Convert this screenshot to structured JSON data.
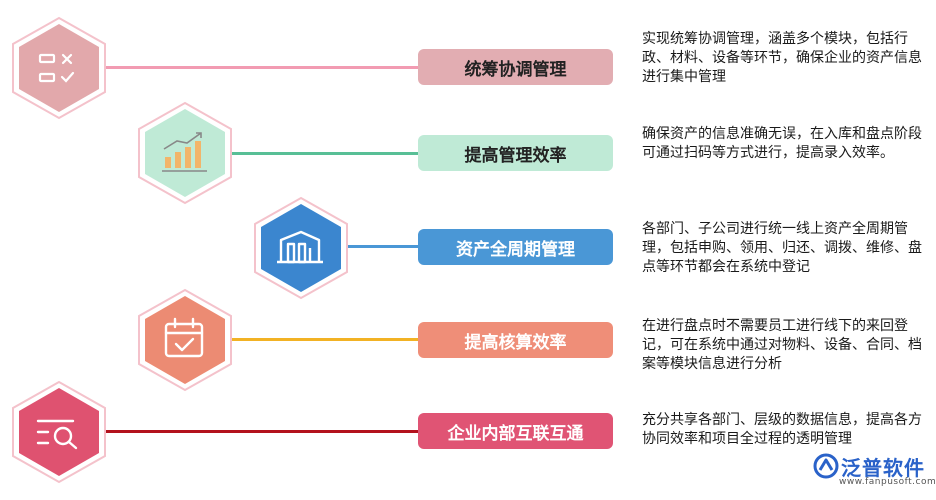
{
  "rows": [
    {
      "label": "统筹协调管理",
      "icon": "checklist-icon",
      "hex_color": "#e2a8ab",
      "pill_color": "#e2adb2",
      "line_color": "#f29bb2",
      "text_color": "#222222",
      "description": "实现统筹协调管理，涵盖多个模块，包括行政、材料、设备等环节，确保企业的资产信息进行集中管理"
    },
    {
      "label": "提高管理效率",
      "icon": "bar-chart-icon",
      "hex_color": "#bfead6",
      "pill_color": "#bfead6",
      "line_color": "#58bf96",
      "text_color": "#222222",
      "description": "确保资产的信息准确无误，在入库和盘点阶段可通过扫码等方式进行，提高录入效率。"
    },
    {
      "label": "资产全周期管理",
      "icon": "building-icon",
      "hex_color": "#3b86cf",
      "pill_color": "#4a97d6",
      "line_color": "#4a97d6",
      "text_color": "#ffffff",
      "description": "各部门、子公司进行统一线上资产全周期管理，包括申购、领用、归还、调拨、维修、盘点等环节都会在系统中登记"
    },
    {
      "label": "提高核算效率",
      "icon": "calendar-check-icon",
      "hex_color": "#ec8b73",
      "pill_color": "#ef8e78",
      "line_color": "#f2b224",
      "text_color": "#ffffff",
      "description": "在进行盘点时不需要员工进行线下的来回登记，可在系统中通过对物料、设备、合同、档案等模块信息进行分析"
    },
    {
      "label": "企业内部互联互通",
      "icon": "search-list-icon",
      "hex_color": "#df5270",
      "pill_color": "#e05474",
      "line_color": "#b3121d",
      "text_color": "#ffffff",
      "description": "充分共享各部门、层级的数据信息，提高各方协同效率和项目全过程的透明管理"
    }
  ],
  "logo": {
    "name": "泛普软件",
    "url": "www.fanpusoft.com",
    "icon": "fanpu-logo-icon",
    "color": "#2a62c9"
  }
}
